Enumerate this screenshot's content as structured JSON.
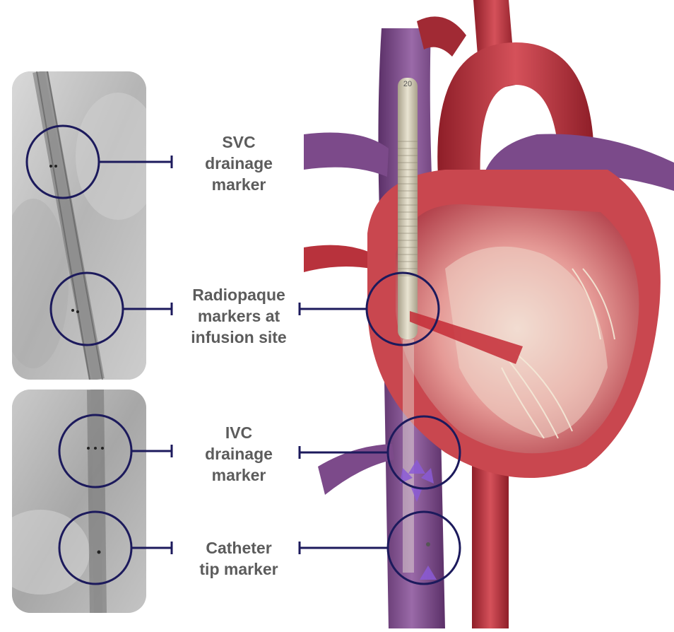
{
  "labels": {
    "svc": [
      "SVC",
      "drainage",
      "marker"
    ],
    "radiopaque": [
      "Radiopaque",
      "markers at",
      "infusion site"
    ],
    "ivc": [
      "IVC",
      "drainage",
      "marker"
    ],
    "tip": [
      "Catheter",
      "tip marker"
    ]
  },
  "catheter_scale_text": "20",
  "colors": {
    "marker_ring": "#1c1a5c",
    "label_text": "#5c5c5c",
    "heart_red": "#b8323c",
    "vein_purple": "#7a4a88",
    "xray_gray": "#bdbdbd"
  }
}
